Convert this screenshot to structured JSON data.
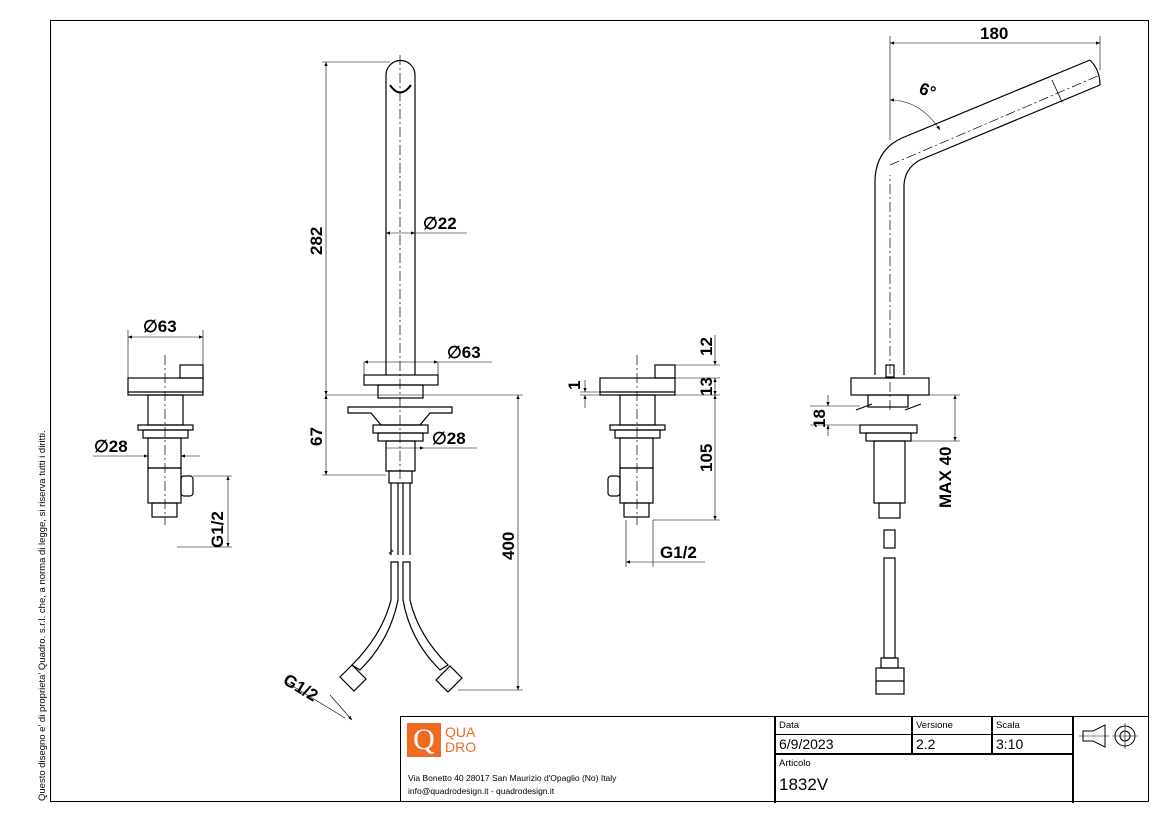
{
  "side_note": "Questo disegno e' di proprieta' Quadro. s.r.l. che, a norma di legge, si riserva tutti i diritti.",
  "dimensions": {
    "d63_left": "∅63",
    "d28_left": "∅28",
    "g12_left": "G1/2",
    "h282": "282",
    "d22": "∅22",
    "d63_center": "∅63",
    "h67": "67",
    "d28_center": "∅28",
    "h400": "400",
    "g12_hose": "G1/2",
    "v12": "12",
    "v1": "1",
    "v13": "13",
    "v105": "105",
    "g12_right": "G1/2",
    "w180": "180",
    "angle": "6°",
    "v18": "18",
    "max40": "MAX 40"
  },
  "title_block": {
    "logo_letter": "Q",
    "logo_line1": "QUA",
    "logo_line2": "DRO",
    "address": "Via Bonetto 40  28017 San Maurizio d'Opaglio (No) Italy",
    "contact": "info@quadrodesign.it  -  quadrodesign.it",
    "data_label": "Data",
    "data_value": "6/9/2023",
    "versione_label": "Versione",
    "versione_value": "2.2",
    "scala_label": "Scala",
    "scala_value": "3:10",
    "articolo_label": "Articolo",
    "articolo_value": "1832V"
  },
  "colors": {
    "logo": "#ef6a22",
    "line": "#000000"
  }
}
